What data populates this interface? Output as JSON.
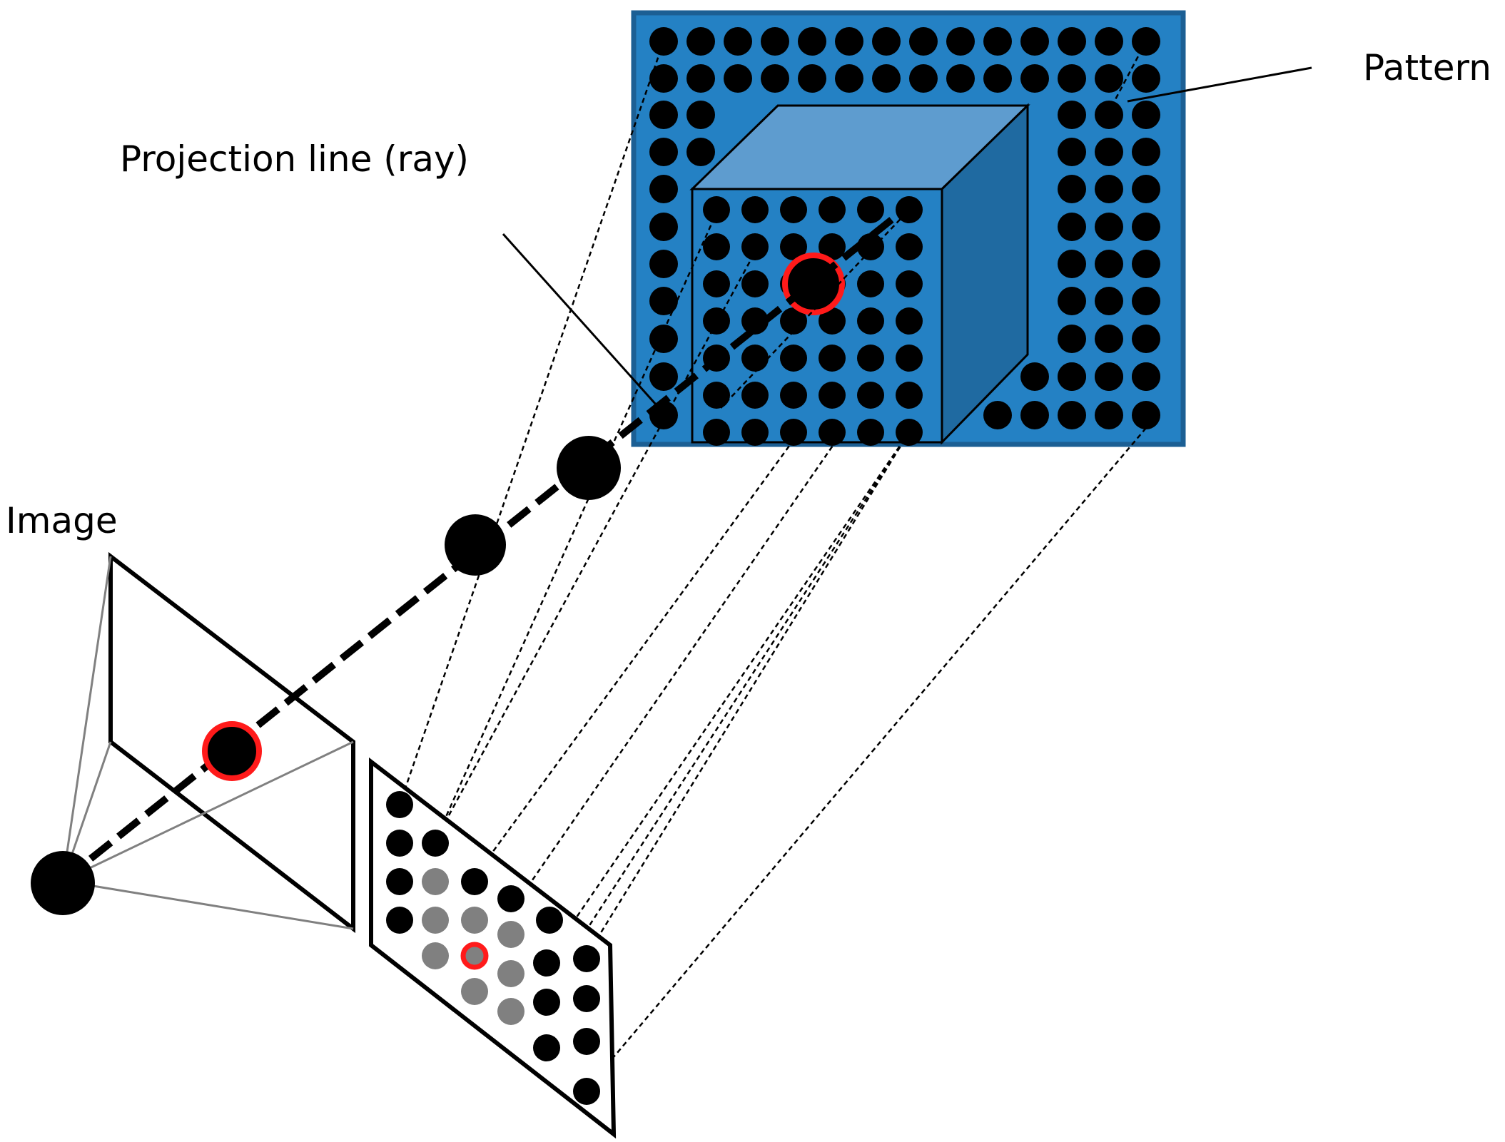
{
  "labels": {
    "pattern": "Pattern",
    "projection_line": "Projection line (ray)",
    "image": "Image"
  },
  "colors": {
    "board_fill": "#2481c4",
    "board_border": "#1c5f94",
    "cube_top": "#5e9ccf",
    "cube_side": "#1f6aa1",
    "highlight": "#ff1a1a",
    "dot": "#000000",
    "occluded_dot": "#808080"
  }
}
